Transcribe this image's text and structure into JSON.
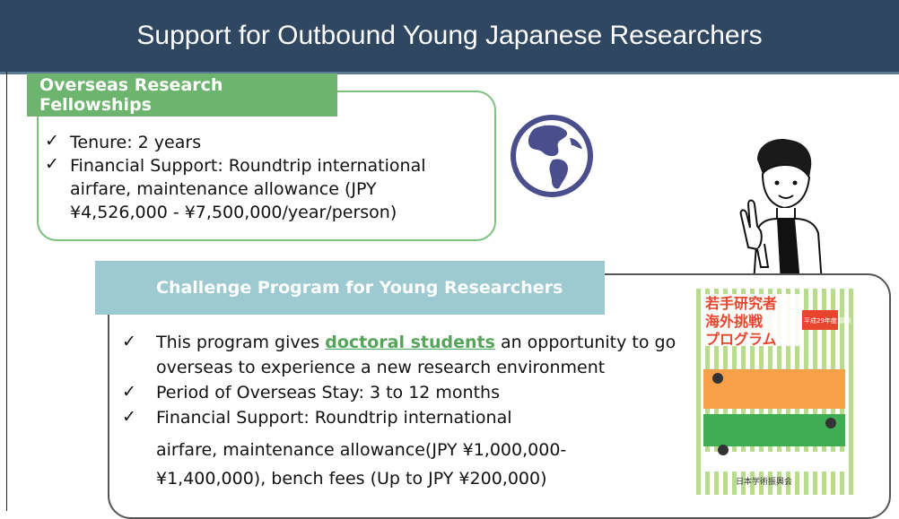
{
  "title": "Support for Outbound Young Japanese Researchers",
  "fellowship": {
    "tag": "Overseas Research Fellowships",
    "bullets": [
      "Tenure: 2 years",
      "Financial Support: Roundtrip international",
      "airfare, maintenance allowance (JPY",
      "¥4,526,000 - ¥7,500,000/year/person)"
    ]
  },
  "challenge": {
    "tag": "Challenge Program for Young Researchers",
    "bullet1_pre": "This program gives ",
    "bullet1_link": "doctoral students",
    "bullet1_post": " an opportunity to go",
    "bullet1_line2": "overseas to experience a new research environment",
    "bullet2": "Period of Overseas Stay: 3 to 12 months",
    "bullet3_line1": "Financial Support: Roundtrip international",
    "bullet3_line2": "airfare, maintenance allowance(JPY ¥1,000,000-",
    "bullet3_line3": "¥1,400,000), bench fees (Up to JPY ¥200,000)"
  },
  "check_mark": "✓",
  "poster": {
    "title_line1": "若手研究者",
    "title_line2": "海外挑戦",
    "title_line3": "プログラム",
    "badge": "平成29年度 募集",
    "footer": "日本学術振興会"
  },
  "colors": {
    "title_bg": "#2f4761",
    "green": "#6db56f",
    "teal": "#9ccad0",
    "link": "#56a35a"
  }
}
